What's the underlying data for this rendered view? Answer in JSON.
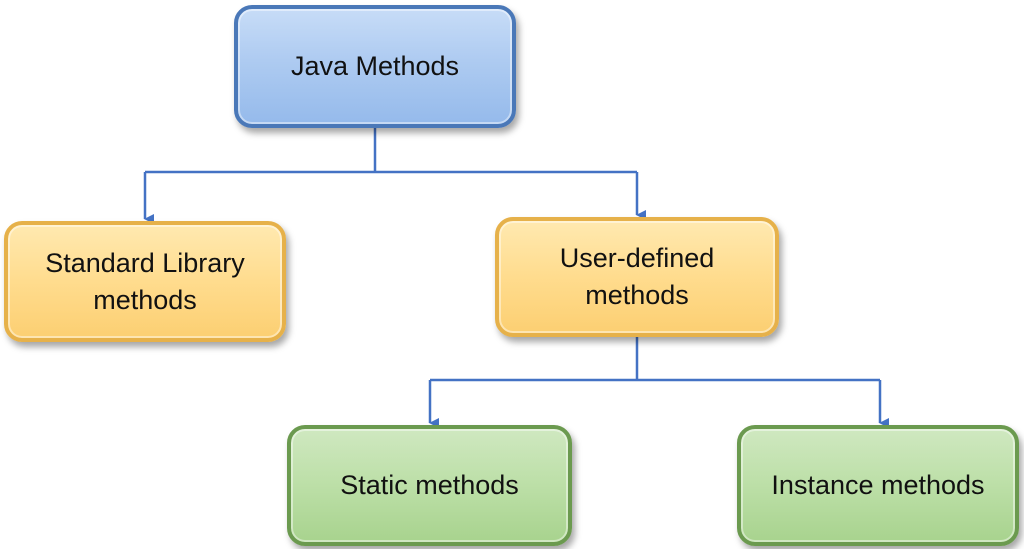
{
  "diagram": {
    "root": {
      "label": "Java Methods"
    },
    "standard": {
      "line1": "Standard Library",
      "line2": "methods"
    },
    "user_defined": {
      "line1": "User-defined",
      "line2": "methods"
    },
    "static": {
      "label": "Static methods"
    },
    "instance": {
      "label": "Instance methods"
    },
    "colors": {
      "connector": "#4472c4",
      "root_fill": "#aecbf1",
      "root_border": "#4a78b8",
      "category_fill": "#ffdc8e",
      "category_border": "#e6b14a",
      "leaf_fill": "#bcdfa7",
      "leaf_border": "#6b9a4f"
    }
  }
}
